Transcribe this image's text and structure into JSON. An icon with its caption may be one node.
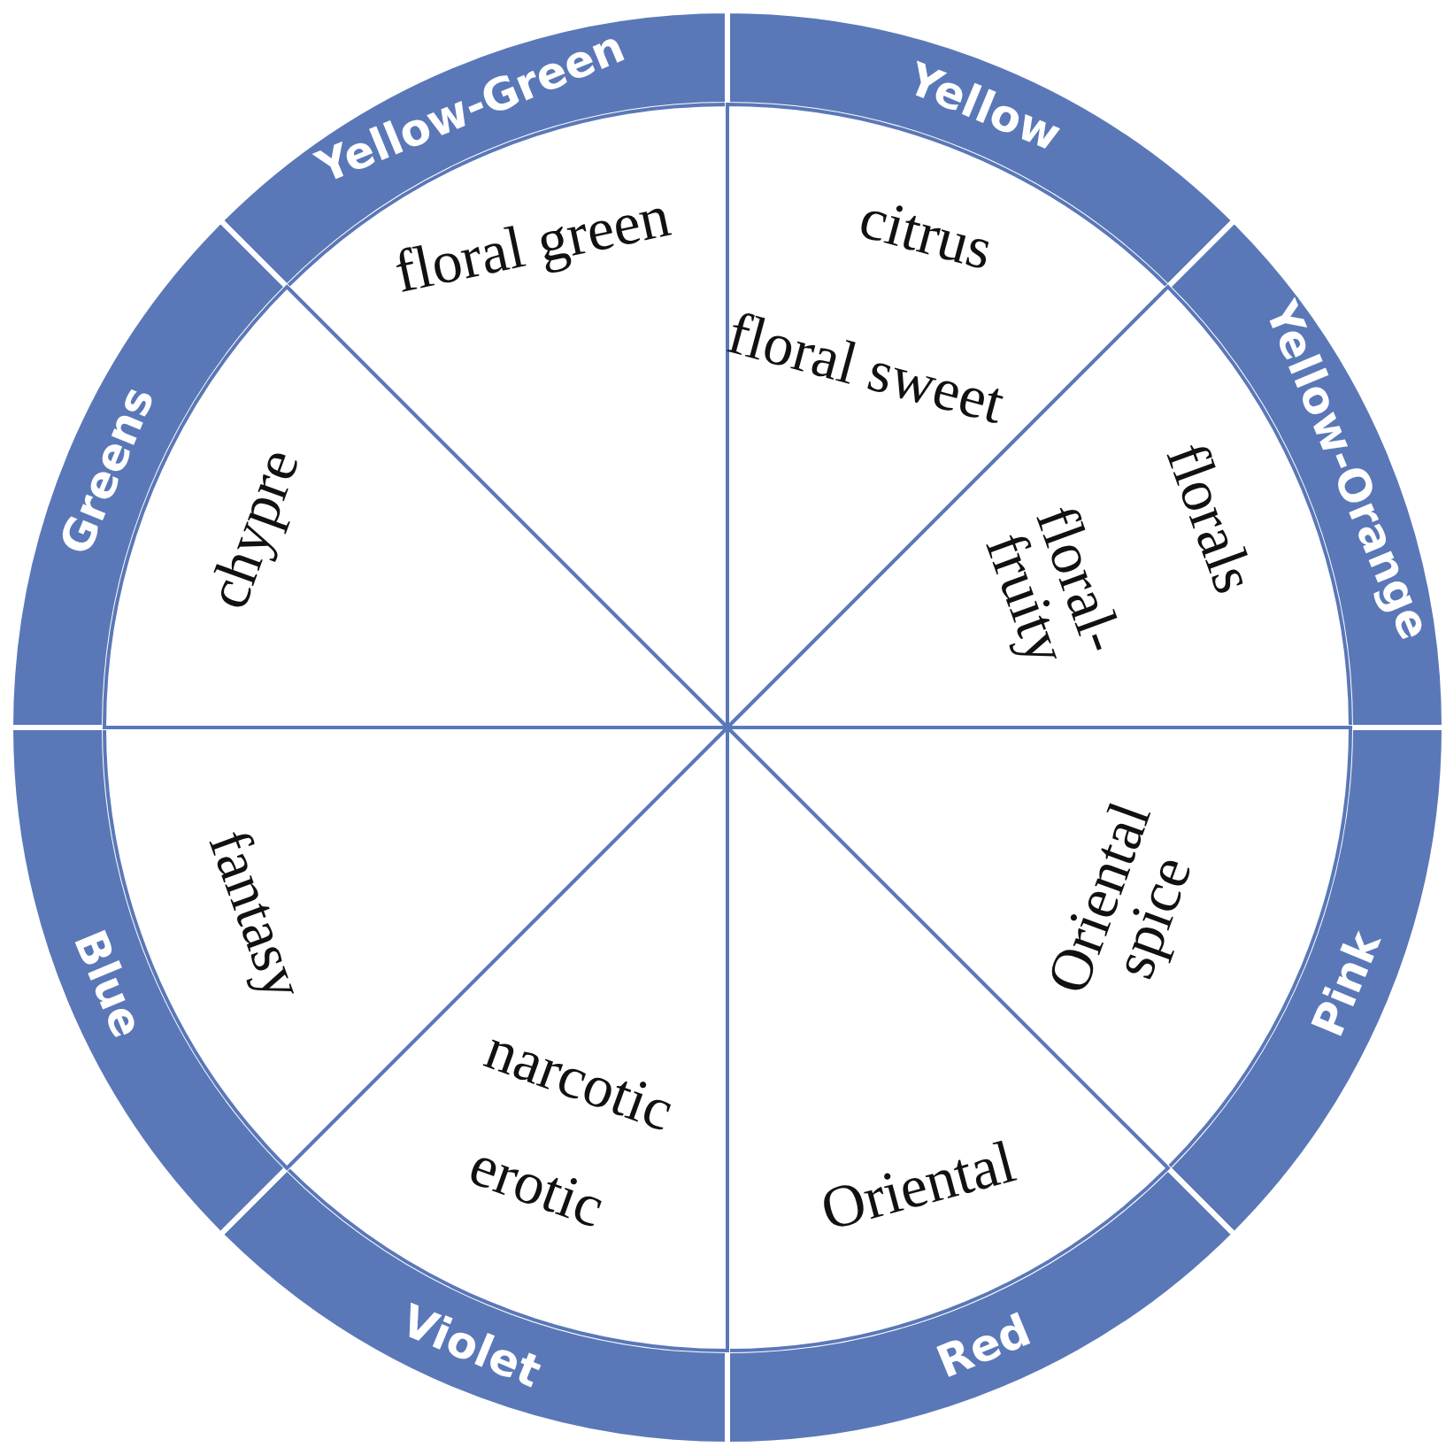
{
  "diagram": {
    "nodes": [
      {
        "text": [
          "Yellow-Green"
        ]
      },
      {
        "text": [
          "floral green"
        ]
      },
      {
        "text": [
          "Yellow"
        ]
      },
      {
        "text": [
          "citrus",
          "floral sweet"
        ]
      },
      {
        "text": [
          "Yellow-Orange"
        ]
      },
      {
        "text": [
          "florals",
          "floral-fruity"
        ]
      },
      {
        "text": [
          "Pink"
        ]
      },
      {
        "text": [
          "Oriental spice"
        ]
      },
      {
        "text": [
          "Red"
        ]
      },
      {
        "text": [
          "Oriental"
        ]
      },
      {
        "text": [
          "Violet"
        ]
      },
      {
        "text": [
          "narcotic",
          "erotic"
        ]
      },
      {
        "text": [
          "Blue"
        ]
      },
      {
        "text": [
          "fantasy"
        ]
      },
      {
        "text": [
          "Greens"
        ]
      },
      {
        "text": [
          "chypre"
        ]
      }
    ]
  }
}
